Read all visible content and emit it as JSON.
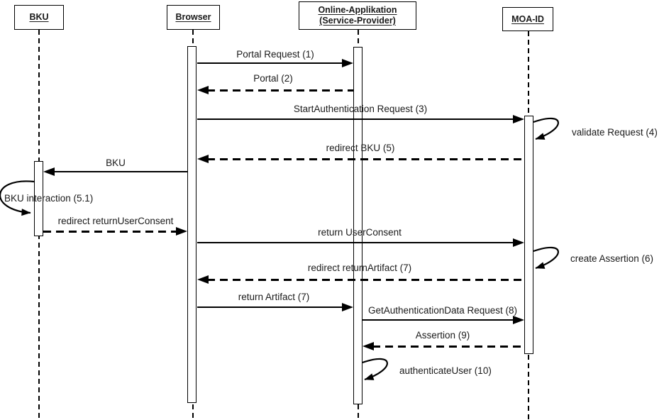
{
  "colors": {
    "line": "#000000",
    "text": "#1a1a1a",
    "background": "#ffffff"
  },
  "actors": [
    {
      "id": "bku",
      "label": "BKU"
    },
    {
      "id": "browser",
      "label": "Browser"
    },
    {
      "id": "service_provider",
      "label": "Online-Applikation (Service-Provider)"
    },
    {
      "id": "moa_id",
      "label": "MOA-ID"
    }
  ],
  "messages": [
    {
      "n": "1",
      "label": "Portal Request (1)",
      "from": "browser",
      "to": "service_provider",
      "style": "solid"
    },
    {
      "n": "2",
      "label": "Portal (2)",
      "from": "service_provider",
      "to": "browser",
      "style": "dashed"
    },
    {
      "n": "3",
      "label": "StartAuthentication Request (3)",
      "from": "browser",
      "to": "moa_id",
      "style": "solid"
    },
    {
      "n": "4",
      "label": "validate Request (4)",
      "from": "moa_id",
      "to": "moa_id",
      "style": "self"
    },
    {
      "n": "5",
      "label": "redirect BKU (5)",
      "from": "moa_id",
      "to": "browser",
      "style": "dashed"
    },
    {
      "n": "6",
      "label": "BKU",
      "from": "browser",
      "to": "bku",
      "style": "solid"
    },
    {
      "n": "7",
      "label": "BKU interaction (5.1)",
      "from": "bku",
      "to": "bku",
      "style": "self"
    },
    {
      "n": "8",
      "label": "redirect returnUserConsent",
      "from": "bku",
      "to": "browser",
      "style": "dashed"
    },
    {
      "n": "9",
      "label": "return UserConsent",
      "from": "browser",
      "to": "moa_id",
      "style": "solid"
    },
    {
      "n": "10",
      "label": "create Assertion (6)",
      "from": "moa_id",
      "to": "moa_id",
      "style": "self"
    },
    {
      "n": "11",
      "label": "redirect returnArtifact (7)",
      "from": "moa_id",
      "to": "browser",
      "style": "dashed"
    },
    {
      "n": "12",
      "label": "return Artifact (7)",
      "from": "browser",
      "to": "service_provider",
      "style": "solid"
    },
    {
      "n": "13",
      "label": "GetAuthenticationData Request (8)",
      "from": "service_provider",
      "to": "moa_id",
      "style": "solid"
    },
    {
      "n": "14",
      "label": "Assertion (9)",
      "from": "moa_id",
      "to": "service_provider",
      "style": "dashed"
    },
    {
      "n": "15",
      "label": "authenticateUser (10)",
      "from": "service_provider",
      "to": "service_provider",
      "style": "self"
    }
  ]
}
